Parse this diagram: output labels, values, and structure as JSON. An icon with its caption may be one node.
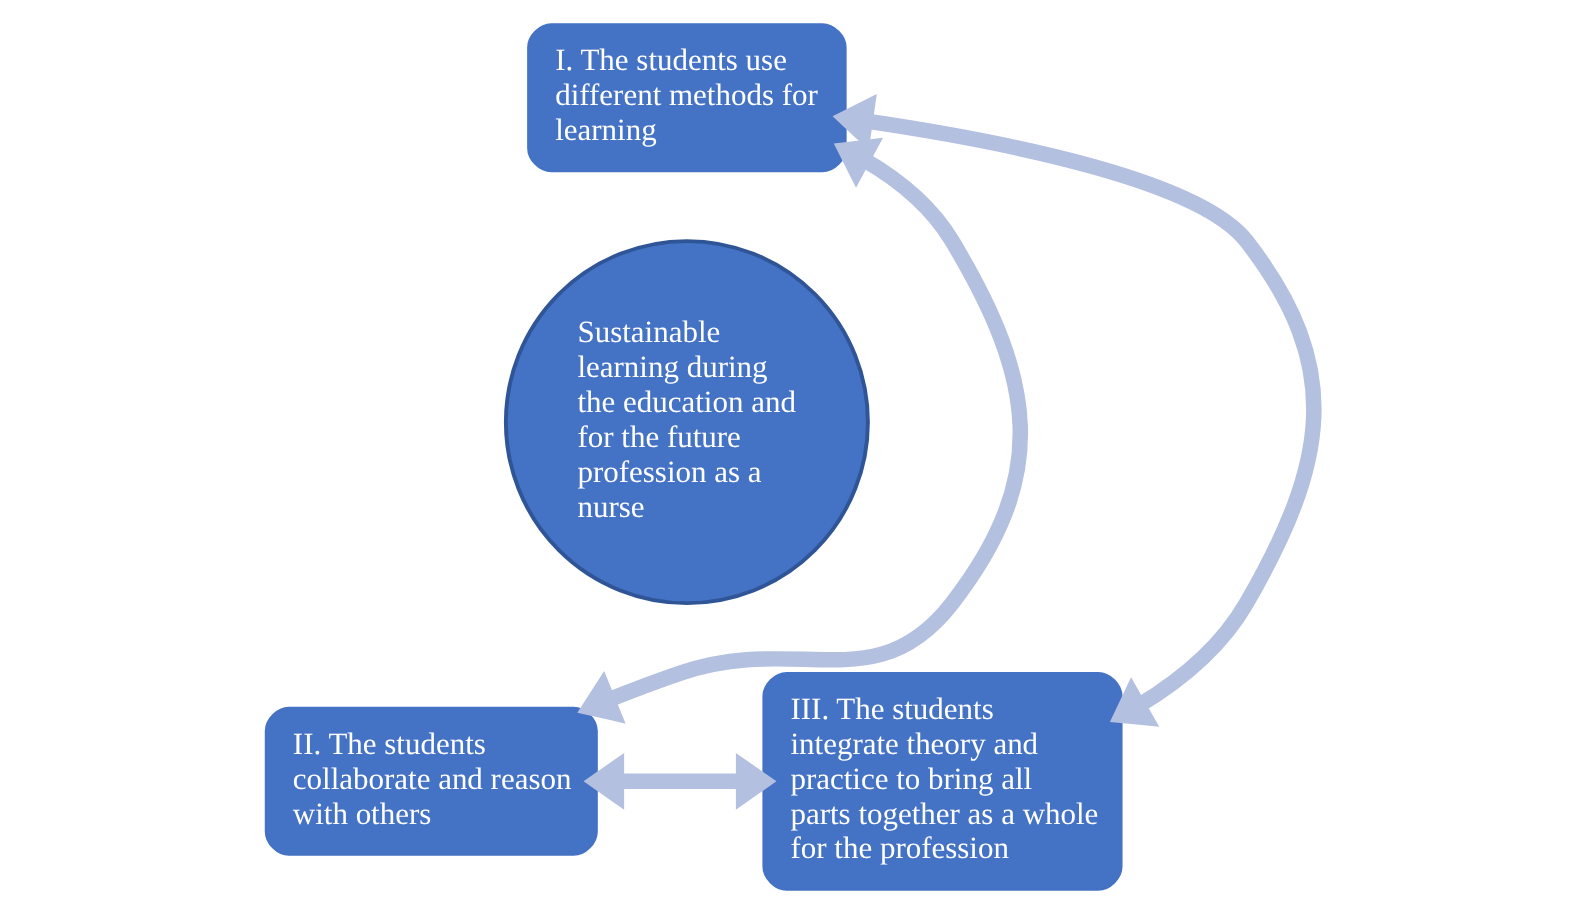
{
  "diagram": {
    "nodes": [
      {
        "text": [
          "I. The students use different methods for learning"
        ]
      },
      {
        "text": [
          "Sustainable learning during the education and for the future profession as a nurse"
        ]
      },
      {
        "text": [
          "II. The students collaborate and reason with others"
        ]
      },
      {
        "text": [
          "III. The students integrate theory and practice to bring all parts together as a whole for the profession"
        ]
      }
    ],
    "edges": [
      {
        "from": 0,
        "to": 3,
        "arrow": "both"
      },
      {
        "from": 0,
        "to": 2,
        "arrow": "both"
      },
      {
        "from": 3,
        "to": 2,
        "arrow": "both"
      }
    ]
  }
}
